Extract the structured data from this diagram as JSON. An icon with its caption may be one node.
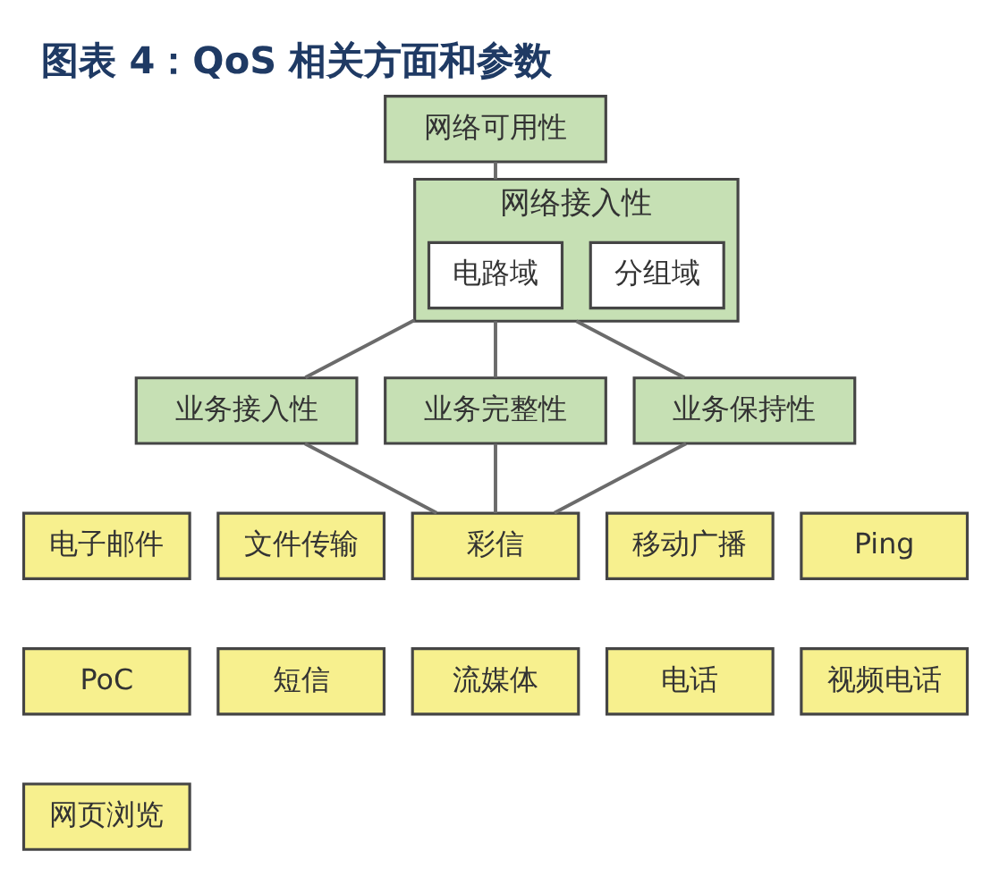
{
  "diagram": {
    "title": "图表 4：QoS 相关方面和参数",
    "nodes": [
      {
        "text": [
          "网络可用性"
        ]
      },
      {
        "text": [
          "网络接入性"
        ]
      },
      {
        "text": [
          "电路域"
        ],
        "in": 1
      },
      {
        "text": [
          "分组域"
        ],
        "in": 1
      },
      {
        "text": [
          "业务接入性"
        ]
      },
      {
        "text": [
          "业务完整性"
        ]
      },
      {
        "text": [
          "业务保持性"
        ]
      },
      {
        "text": [
          "电子邮件"
        ]
      },
      {
        "text": [
          "文件传输"
        ]
      },
      {
        "text": [
          "彩信"
        ]
      },
      {
        "text": [
          "移动广播"
        ]
      },
      {
        "text": [
          "Ping"
        ]
      },
      {
        "text": [
          "PoC"
        ]
      },
      {
        "text": [
          "短信"
        ]
      },
      {
        "text": [
          "流媒体"
        ]
      },
      {
        "text": [
          "电话"
        ]
      },
      {
        "text": [
          "视频电话"
        ]
      },
      {
        "text": [
          "网页浏览"
        ]
      }
    ],
    "edges": [
      {
        "from": 0,
        "to": 1,
        "arrow": "none"
      },
      {
        "from": 1,
        "to": 4,
        "arrow": "none"
      },
      {
        "from": 1,
        "to": 5,
        "arrow": "none"
      },
      {
        "from": 1,
        "to": 6,
        "arrow": "none"
      },
      {
        "from": 4,
        "to": 9,
        "arrow": "none"
      },
      {
        "from": 5,
        "to": 9,
        "arrow": "none"
      },
      {
        "from": 6,
        "to": 9,
        "arrow": "none"
      }
    ]
  }
}
